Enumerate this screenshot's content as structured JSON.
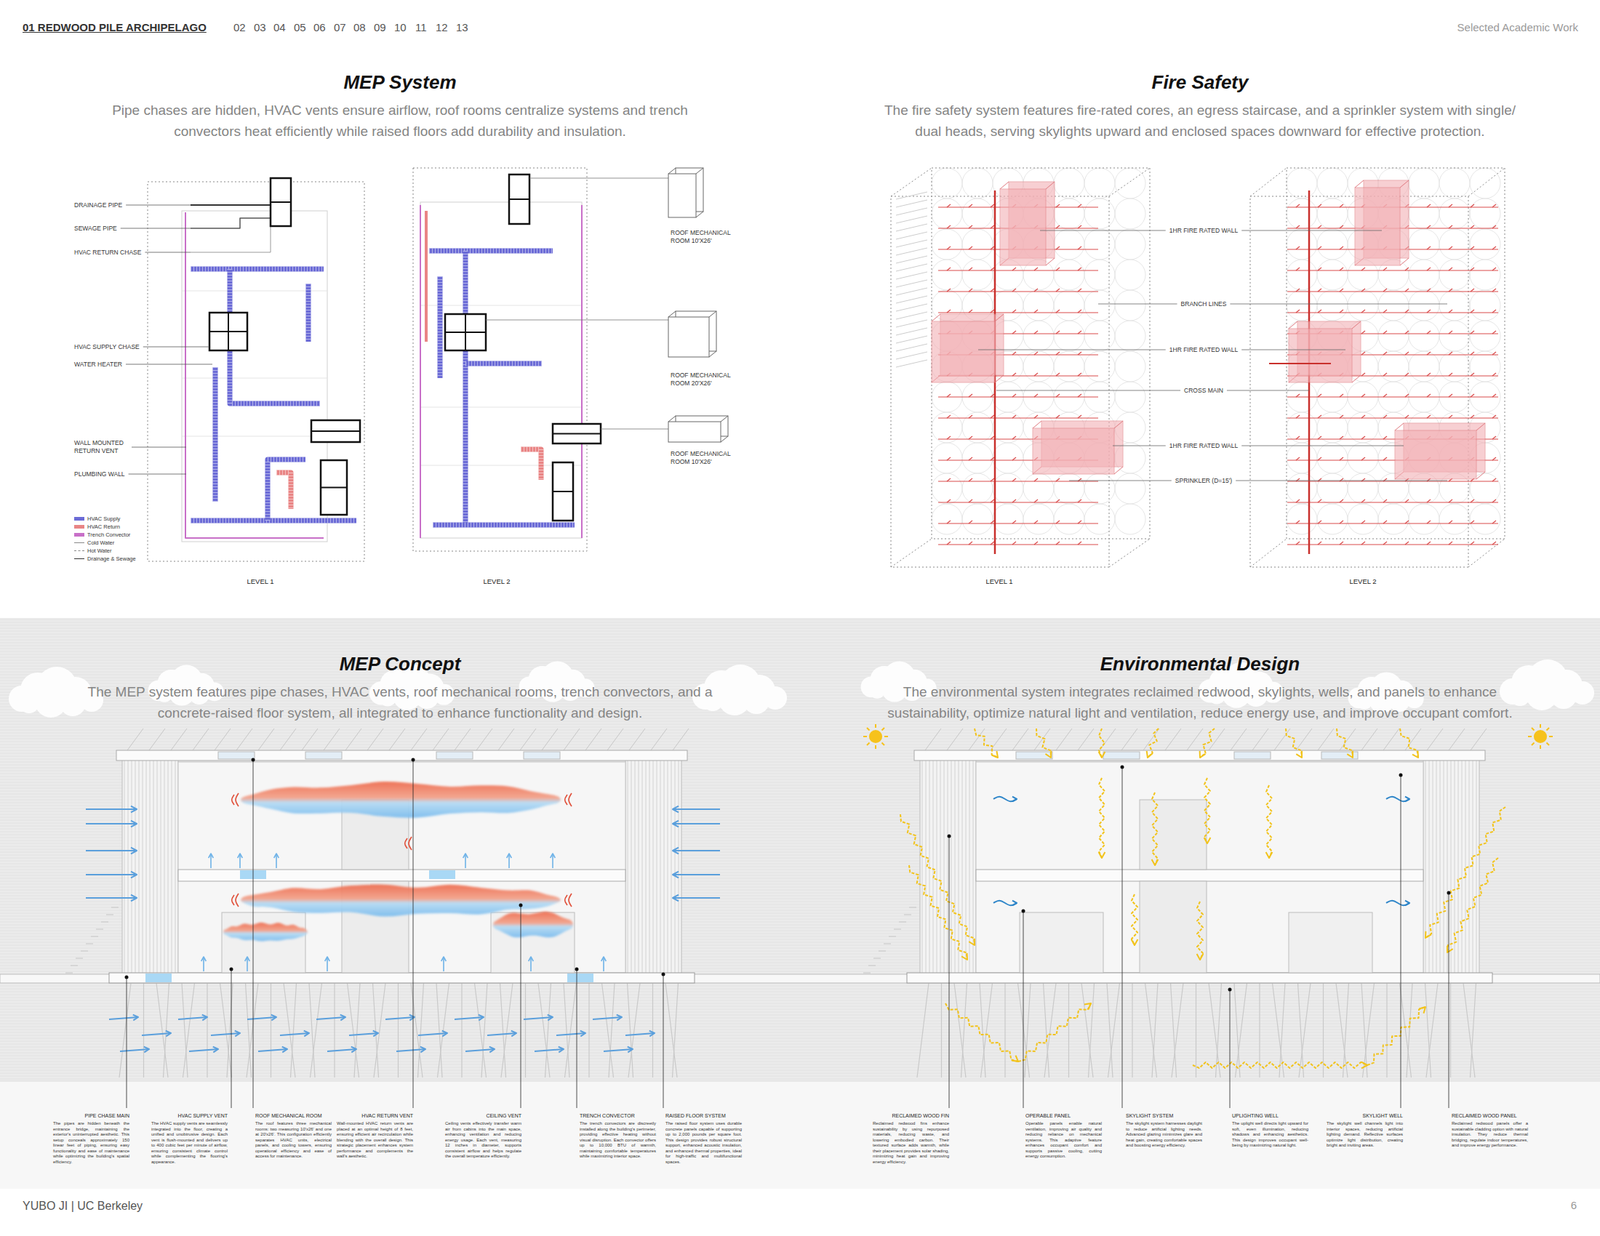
{
  "diagram": {
    "title": "01 REDWOOD PILE ARCHIPELAGO",
    "nodes": [
      {
        "text": [
          "MEP System",
          "Pipe chases are hidden, HVAC vents ensure airflow, roof rooms centralize systems and trench convectors heat efficiently while raised floors add durability and insulation."
        ]
      },
      {
        "text": [
          "Fire Safety",
          "The fire safety system features fire-rated cores, an egress staircase, and a sprinkler system with single/ dual heads, serving skylights upward and enclosed spaces downward for effective protection."
        ]
      },
      {
        "text": [
          "MEP Concept",
          "The MEP system features pipe chases, HVAC vents, roof mechanical rooms, trench convectors, and a concrete-raised floor system, all integrated to enhance functionality and design."
        ]
      },
      {
        "text": [
          "Environmental Design",
          "The environmental system integrates reclaimed redwood, skylights, wells, and panels to enhance sustainability, optimize natural light and ventilation, reduce energy use, and improve occupant comfort."
        ]
      },
      {
        "text": [
          "PIPE CHASE MAIN",
          "The pipes are hidden beneath the entrance bridge, maintaining the exterior's uninterrupted aesthetic. This setup conceals approximately 150 linear feet of piping, ensuring easy functionality and ease of maintenance while optimizing the building's spatial efficiency."
        ],
        "in": 2
      },
      {
        "text": [
          "HVAC SUPPLY VENT",
          "The HVAC supply vents are seamlessly integrated into the floor, creating a unified and unobtrusive design. Each vent is flush-mounted and delivers up to 400 cubic feet per minute of airflow, ensuring consistent climate control while complementing the flooring's appearance."
        ],
        "in": 2
      },
      {
        "text": [
          "ROOF MECHANICAL ROOM",
          "The roof features three mechanical rooms: two measuring 10'x26' and one at 20'x26'. This configuration efficiently separates HVAC units, electrical panels, and cooling towers, ensuring operational efficiency and ease of access for maintenance."
        ],
        "in": 2
      },
      {
        "text": [
          "HVAC RETURN VENT",
          "Wall-mounted HVAC return vents are placed at an optimal height of 8 feet, ensuring efficient air recirculation while blending with the overall design. This strategic placement enhances system performance and complements the wall's aesthetic."
        ],
        "in": 2
      },
      {
        "text": [
          "CEILING VENT",
          "Ceiling vents effectively transfer warm air from cabins into the main space, enhancing ventilation and reducing energy usage. Each vent, measuring 12 inches in diameter, supports consistent airflow and helps regulate the overall temperature efficiently."
        ],
        "in": 2
      },
      {
        "text": [
          "TRENCH CONVECTOR",
          "The trench convectors are discreetly installed along the building's perimeter, providing effective heating without visual disruption. Each convector offers up to 10,000 BTU of warmth, maintaining comfortable temperatures while maximizing interior space."
        ],
        "in": 2
      },
      {
        "text": [
          "RAISED FLOOR SYSTEM",
          "The raised floor system uses durable concrete panels capable of supporting up to 2,000 pounds per square foot. This design provides robust structural support, enhanced acoustic insulation, and enhanced thermal properties, ideal for high-traffic and multifunctional spaces."
        ],
        "in": 2
      },
      {
        "text": [
          "RECLAIMED WOOD FIN",
          "Reclaimed redwood fins enhance sustainability by using repurposed materials, reducing waste, and lowering embodied carbon. Their textured surface adds warmth, while their placement provides solar shading, minimizing heat gain and improving energy efficiency."
        ],
        "in": 3
      },
      {
        "text": [
          "OPERABLE PANEL",
          "Operable panels enable natural ventilation, improving air quality and reducing reliance on mechanical systems. This adaptive feature enhances occupant comfort and supports passive cooling, cutting energy consumption."
        ],
        "in": 3
      },
      {
        "text": [
          "SKYLIGHT SYSTEM",
          "The skylight system harnesses daylight to reduce artificial lighting needs. Advanced glazing minimizes glare and heat gain, creating comfortable spaces and boosting energy efficiency."
        ],
        "in": 3
      },
      {
        "text": [
          "UPLIGHTING WELL",
          "The uplight well directs light upward for soft, even illumination, reducing shadows and enhancing aesthetics. This design improves occupant well-being by maximizing natural light."
        ],
        "in": 3
      },
      {
        "text": [
          "SKYLIGHT WELL",
          "The skylight well channels light into interior spaces, reducing artificial lighting demand. Reflective surfaces optimize light distribution, creating bright and inviting areas."
        ],
        "in": 3
      },
      {
        "text": [
          "RECLAIMED WOOD PANEL",
          "Reclaimed redwood panels offer a sustainable cladding option with natural insulation. They reduce thermal bridging, regulate indoor temperatures, and improve energy performance."
        ],
        "in": 3
      }
    ],
    "labels": [
      "02",
      "03",
      "04",
      "05",
      "06",
      "07",
      "08",
      "09",
      "10",
      "11",
      "12",
      "13",
      "Selected Academic Work",
      "DRAINAGE PIPE",
      "SEWAGE PIPE",
      "HVAC RETURN CHASE",
      "HVAC SUPPLY CHASE",
      "WATER HEATER",
      "WALL MOUNTED RETURN VENT",
      "PLUMBING WALL",
      "LEVEL 1",
      "ROOF MECHANICAL ROOM 10'X26'",
      "ROOF MECHANICAL ROOM 20'X26'",
      "ROOF MECHANICAL ROOM 10'X26'",
      "LEVEL 2",
      "1HR FIRE RATED WALL",
      "BRANCH LINES",
      "1HR FIRE RATED WALL",
      "CROSS MAIN",
      "1HR FIRE RATED WALL",
      "SPRINKLER (D=15')",
      "LEVEL 1",
      "LEVEL 2",
      "YUBO JI | UC Berkeley",
      "6"
    ],
    "legend": [
      {
        "text": "HVAC Supply",
        "color": "#6b6bd6"
      },
      {
        "text": "HVAC Return",
        "color": "#e98585"
      },
      {
        "text": "Trench Convector",
        "color": "#c86fc8"
      },
      {
        "text": "Cold Water"
      },
      {
        "text": "Hot Water"
      },
      {
        "text": "Drainage & Sewage"
      }
    ]
  }
}
